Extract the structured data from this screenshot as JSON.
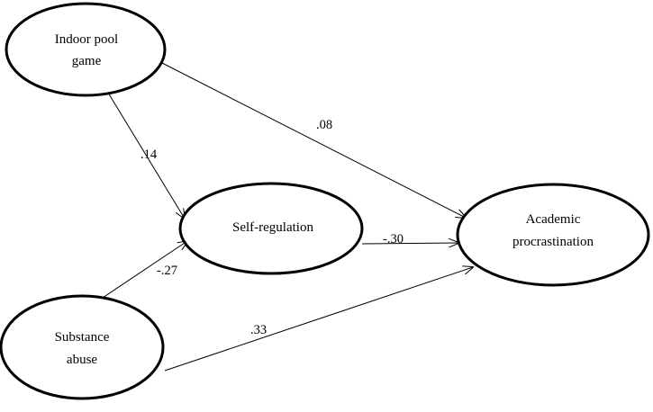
{
  "nodes": {
    "indoor_pool_game": {
      "lines": [
        "Indoor pool",
        "game"
      ]
    },
    "self_regulation": {
      "lines": [
        "Self-regulation"
      ]
    },
    "substance_abuse": {
      "lines": [
        "Substance",
        "abuse"
      ]
    },
    "academic_procrastination": {
      "lines": [
        "Academic",
        "procrastination"
      ]
    }
  },
  "paths": {
    "pool_to_selfreg": {
      "coefficient": ".14"
    },
    "pool_to_procrastination": {
      "coefficient": ".08"
    },
    "substance_to_selfreg": {
      "coefficient": "-.27"
    },
    "selfreg_to_procrastination": {
      "coefficient": "-.30"
    },
    "substance_to_procrastination": {
      "coefficient": ".33"
    }
  },
  "colors": {
    "stroke": "#000000",
    "background": "#ffffff"
  }
}
